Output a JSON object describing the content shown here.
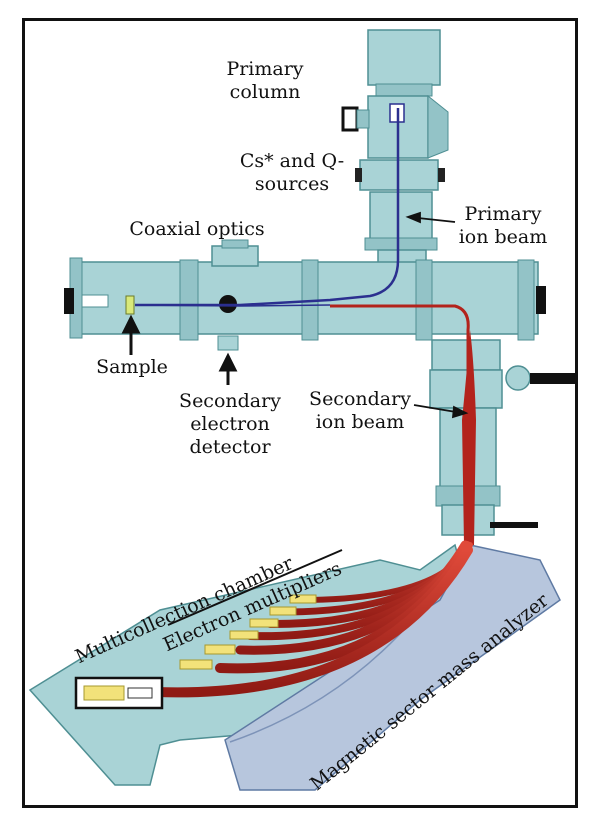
{
  "labels": {
    "primary_column_l1": "Primary",
    "primary_column_l2": "column",
    "sources_l1": "Cs* and Q-",
    "sources_l2": "sources",
    "primary_beam_l1": "Primary",
    "primary_beam_l2": "ion beam",
    "coaxial_optics": "Coaxial optics",
    "sample": "Sample",
    "sec_electron_l1": "Secondary",
    "sec_electron_l2": "electron",
    "sec_electron_l3": "detector",
    "sec_ion_l1": "Secondary",
    "sec_ion_l2": "ion beam",
    "multicollection": "Multicollection chamber",
    "electron_multipliers": "Electron multipliers",
    "magnetic_sector": "Magnetic sector mass analyzer"
  },
  "colors": {
    "body": "#a9d3d6",
    "body_stroke": "#4f8f93",
    "analyzer": "#b7c6dd",
    "beam_red": "#b3231c",
    "beam_blue": "#2b2f8f",
    "detector_yellow": "#f2e27a",
    "frame": "#111111"
  }
}
